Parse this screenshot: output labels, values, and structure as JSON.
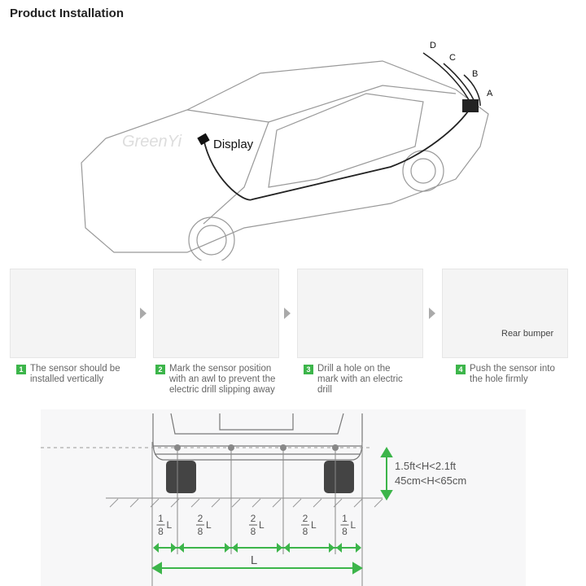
{
  "title": "Product Installation",
  "car_diagram": {
    "display_label": "Display",
    "sensor_labels": [
      "A",
      "B",
      "C",
      "D"
    ],
    "watermark": "GreenYi"
  },
  "steps": [
    {
      "number": "1",
      "text": "The sensor should be installed vertically"
    },
    {
      "number": "2",
      "text": "Mark the sensor position with an awl to prevent the electric drill slipping away"
    },
    {
      "number": "3",
      "text": "Drill a hole on the mark with an electric drill"
    },
    {
      "number": "4",
      "text": "Push the sensor into the hole firmly"
    }
  ],
  "step4_label": "Rear bumper",
  "spacing": {
    "height_ft": "1.5ft<H<2.1ft",
    "height_cm": "45cm<H<65cm",
    "segments": [
      {
        "num": "1",
        "den": "8",
        "unit": "L"
      },
      {
        "num": "2",
        "den": "8",
        "unit": "L"
      },
      {
        "num": "2",
        "den": "8",
        "unit": "L"
      },
      {
        "num": "2",
        "den": "8",
        "unit": "L"
      },
      {
        "num": "1",
        "den": "8",
        "unit": "L"
      }
    ],
    "total_label": "L"
  },
  "colors": {
    "accent": "#3cb54a",
    "line": "#888888"
  }
}
